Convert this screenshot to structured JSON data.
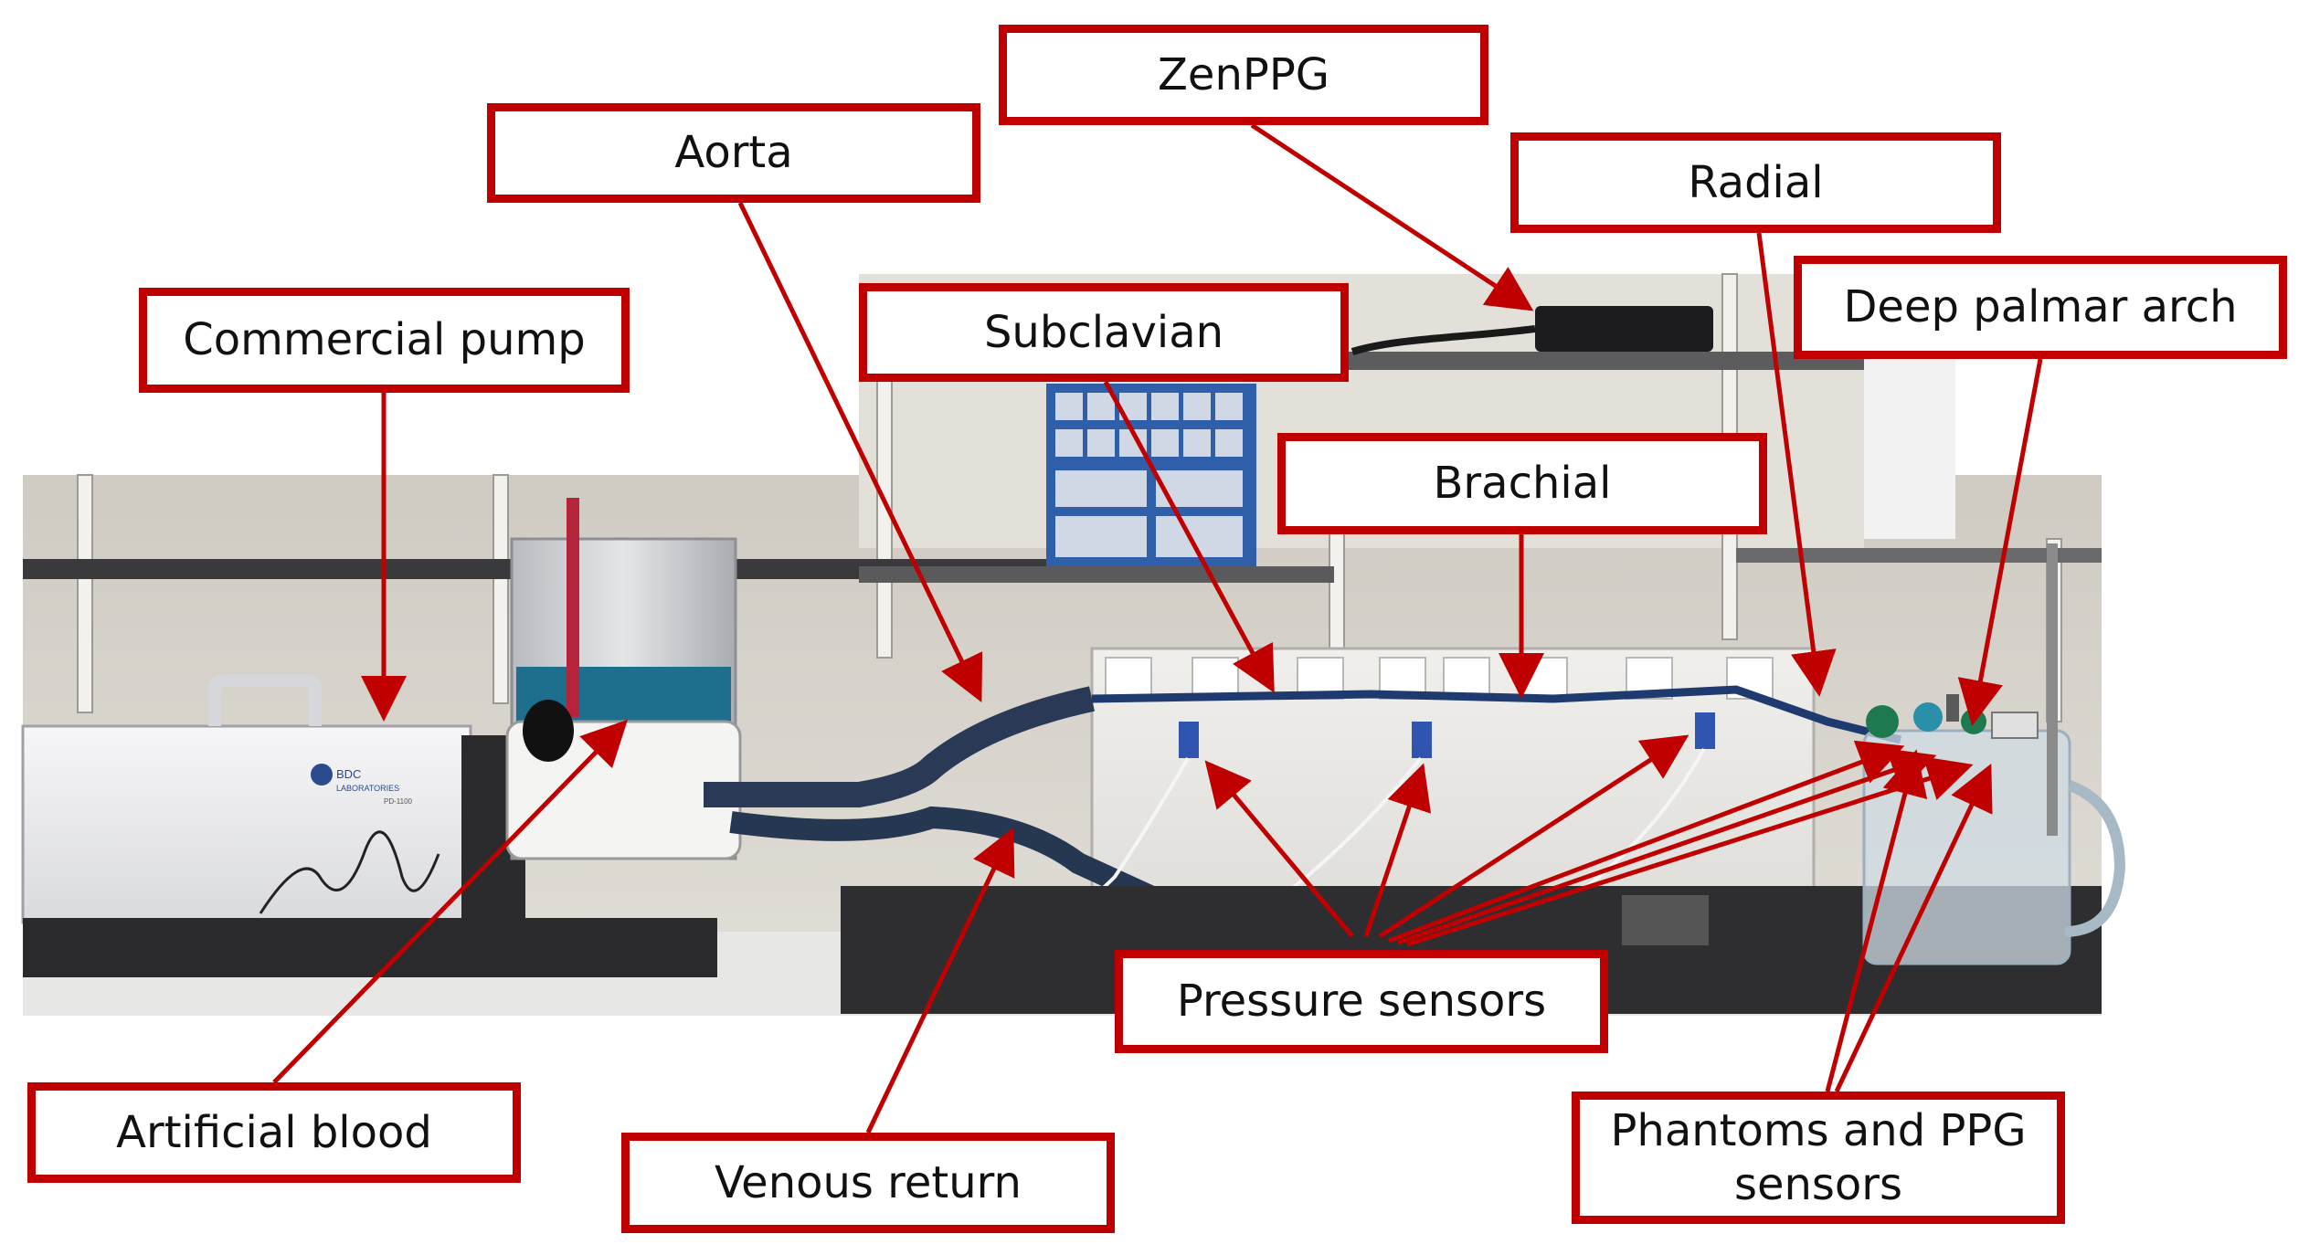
{
  "colors": {
    "callout_border": "#c00000",
    "arrow": "#c00000",
    "wall": "#d9d6cf",
    "bench": "#e4e4e2",
    "tray": "#2a2a2c",
    "tubing": "#22324c",
    "artificial_blood": "#1e6e8e"
  },
  "photo": {
    "pump_brand_line1": "BDC",
    "pump_brand_line2": "LABORATORIES",
    "pump_model": "PD-1100"
  },
  "labels": {
    "zenppg": "ZenPPG",
    "aorta": "Aorta",
    "radial": "Radial",
    "commercial_pump": "Commercial pump",
    "subclavian": "Subclavian",
    "deep_palmar_arch": "Deep palmar arch",
    "brachial": "Brachial",
    "pressure_sensors": "Pressure sensors",
    "artificial_blood": "Artificial blood",
    "venous_return": "Venous return",
    "phantoms_line1": "Phantoms and PPG",
    "phantoms_line2": "sensors"
  }
}
